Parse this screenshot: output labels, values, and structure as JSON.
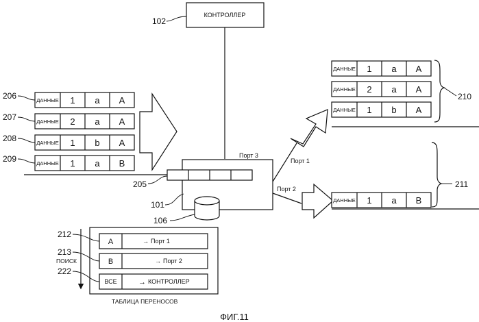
{
  "controller": {
    "label": "КОНТРОЛЛЕР",
    "ref": "102"
  },
  "switch": {
    "ref": "101",
    "buffer_ref": "205",
    "table_ref": "106"
  },
  "ports": {
    "port3": "Порт 3",
    "port1": "Порт 1",
    "port2": "Порт 2"
  },
  "incoming_packets": [
    {
      "ref": "206",
      "tag": "ДАННЫЕ",
      "f1": "1",
      "f2": "a",
      "f3": "A"
    },
    {
      "ref": "207",
      "tag": "ДАННЫЕ",
      "f1": "2",
      "f2": "a",
      "f3": "A"
    },
    {
      "ref": "208",
      "tag": "ДАННЫЕ",
      "f1": "1",
      "f2": "b",
      "f3": "A"
    },
    {
      "ref": "209",
      "tag": "ДАННЫЕ",
      "f1": "1",
      "f2": "a",
      "f3": "B"
    }
  ],
  "output_port1": {
    "ref": "210",
    "packets": [
      {
        "tag": "ДАННЫЕ",
        "f1": "1",
        "f2": "a",
        "f3": "A"
      },
      {
        "tag": "ДАННЫЕ",
        "f1": "2",
        "f2": "a",
        "f3": "A"
      },
      {
        "tag": "ДАННЫЕ",
        "f1": "1",
        "f2": "b",
        "f3": "A"
      }
    ]
  },
  "output_port2": {
    "ref": "211",
    "packets": [
      {
        "tag": "ДАННЫЕ",
        "f1": "1",
        "f2": "a",
        "f3": "B"
      }
    ]
  },
  "transfer_table": {
    "caption": "ТАБЛИЦА ПЕРЕНОСОВ",
    "search_label": "ПОИСК",
    "rows": [
      {
        "ref": "212",
        "match": "A",
        "action": "Порт 1"
      },
      {
        "ref": "213",
        "match": "B",
        "action": "Порт 2"
      },
      {
        "ref": "222",
        "match": "ВСЕ",
        "action": "КОНТРОЛЛЕР"
      }
    ]
  },
  "figure_caption": "ФИГ.11"
}
